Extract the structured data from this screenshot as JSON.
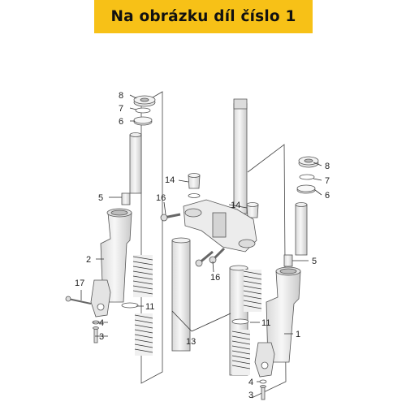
{
  "banner": {
    "text": "Na obrázku díl číslo 1"
  },
  "colors": {
    "banner_bg": "#f7c117",
    "part_fill": "#efefef",
    "part_stroke": "#555555"
  },
  "callouts": {
    "left_8": "8",
    "left_7": "7",
    "left_6": "6",
    "left_5": "5",
    "left_2": "2",
    "left_17": "17",
    "left_4": "4",
    "left_3": "3",
    "center_14_left": "14",
    "center_16_top": "16",
    "center_14_right": "14",
    "center_16_bottom": "16",
    "center_11": "11",
    "center_13": "13",
    "right_8": "8",
    "right_7": "7",
    "right_6": "6",
    "right_5": "5",
    "right_11": "11",
    "right_1": "1",
    "right_4": "4",
    "right_3": "3"
  }
}
